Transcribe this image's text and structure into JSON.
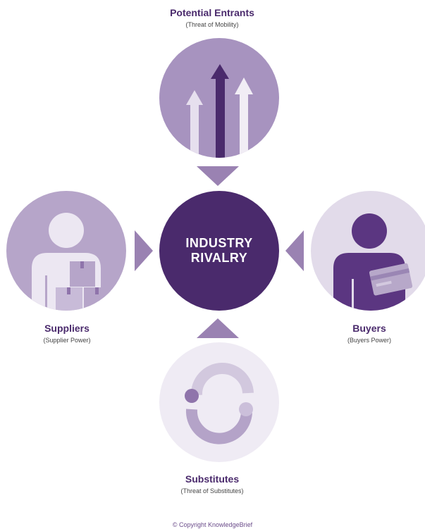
{
  "top": {
    "title": "Potential Entrants",
    "subtitle": "(Threat of Mobility)"
  },
  "left": {
    "title": "Suppliers",
    "subtitle": "(Supplier Power)"
  },
  "right": {
    "title": "Buyers",
    "subtitle": "(Buyers Power)"
  },
  "bottom": {
    "title": "Substitutes",
    "subtitle": "(Threat of Substitutes)"
  },
  "center": {
    "line1": "INDUSTRY",
    "line2": "RIVALRY"
  },
  "footer": "© Copyright KnowledgeBrief",
  "colors": {
    "dark_purple": "#4a2a6c",
    "mid_purple": "#9a82b2",
    "light_purple": "#d5cbe0",
    "pale_purple": "#ece7f2"
  }
}
